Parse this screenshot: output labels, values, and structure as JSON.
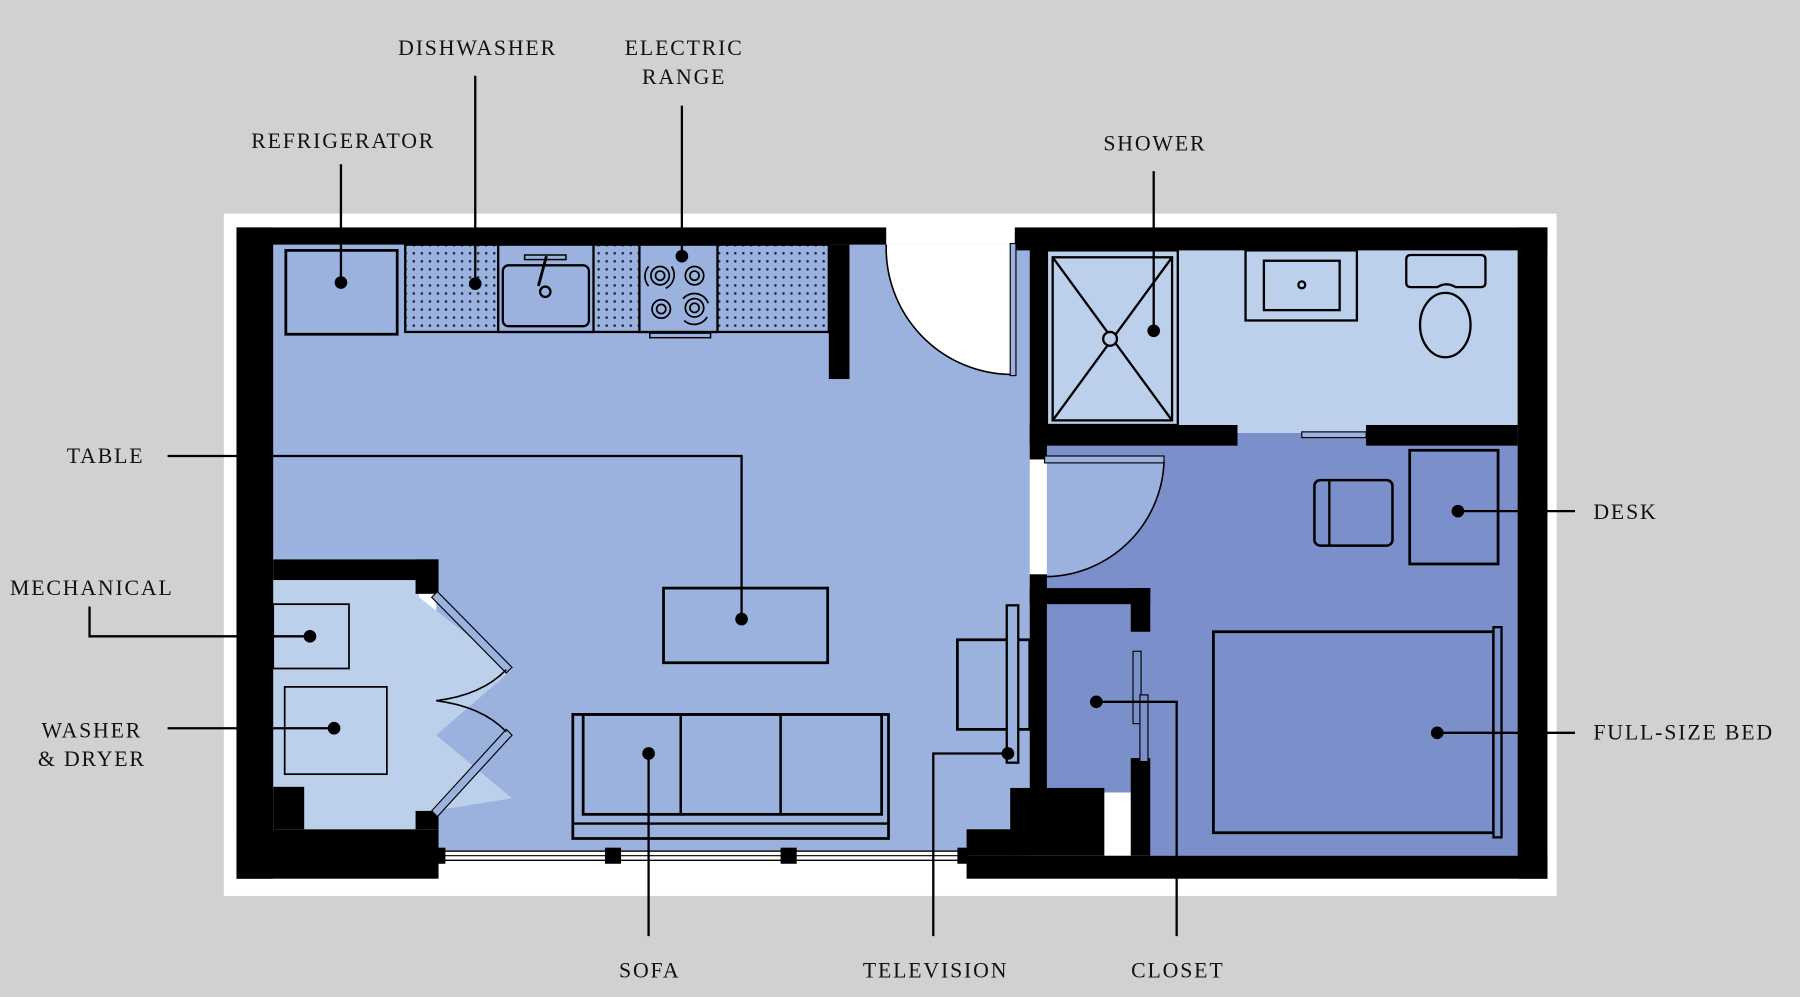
{
  "diagram": {
    "type": "floor-plan",
    "colors": {
      "background": "#d1d1d1",
      "panel": "#ffffff",
      "wall": "#000000",
      "main_floor": "#9bb1de",
      "light_room": "#bccfeb",
      "bedroom": "#7b90ca"
    },
    "labels": {
      "refrigerator": "REFRIGERATOR",
      "dishwasher": "DISHWASHER",
      "electric_range_line1": "ELECTRIC",
      "electric_range_line2": "RANGE",
      "shower": "SHOWER",
      "table": "TABLE",
      "mechanical": "MECHANICAL",
      "washer_dryer_line1": "WASHER",
      "washer_dryer_line2": "& DRYER",
      "desk": "DESK",
      "full_size_bed": "FULL-SIZE BED",
      "sofa": "SOFA",
      "television": "TELEVISION",
      "closet": "CLOSET"
    },
    "rooms": [
      "kitchen-living",
      "bathroom",
      "bedroom",
      "mechanical-laundry",
      "closet"
    ]
  }
}
